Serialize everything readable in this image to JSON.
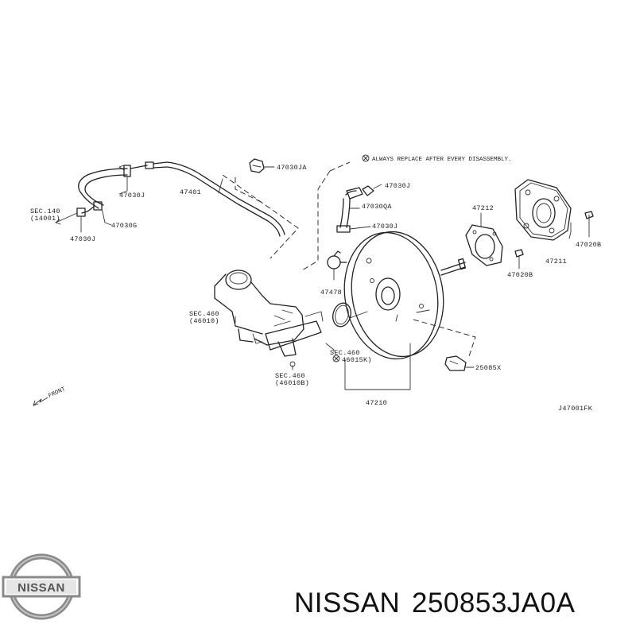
{
  "notice": "ALWAYS REPLACE AFTER EVERY DISASSEMBLY.",
  "labels": {
    "sec140": "SEC.140",
    "sec140_ref": "(14001)",
    "p47030J_a": "47030J",
    "p47030J_b": "47030J",
    "p47030J_c": "47030J",
    "p47030J_d": "47030J",
    "p47030G": "47030G",
    "p47401": "47401",
    "p47030JA": "47030JA",
    "p47030QA": "47030QA",
    "p47478": "47478",
    "p47212": "47212",
    "p47211": "47211",
    "p47020B_a": "47020B",
    "p47020B_b": "47020B",
    "sec460_a": "SEC.460",
    "sec460_a_ref": "(46010)",
    "sec460_b": "SEC.460",
    "sec460_b_ref": "46015K)",
    "sec460_c": "SEC.460",
    "sec460_c_ref": "(46010B)",
    "p47210": "47210",
    "p25085X": "25085X",
    "front": "FRONT",
    "diagram_code": "J47001FK"
  },
  "logo": {
    "text": "NISSAN"
  },
  "caption": {
    "brand": "NISSAN",
    "part_number": "250853JA0A"
  }
}
